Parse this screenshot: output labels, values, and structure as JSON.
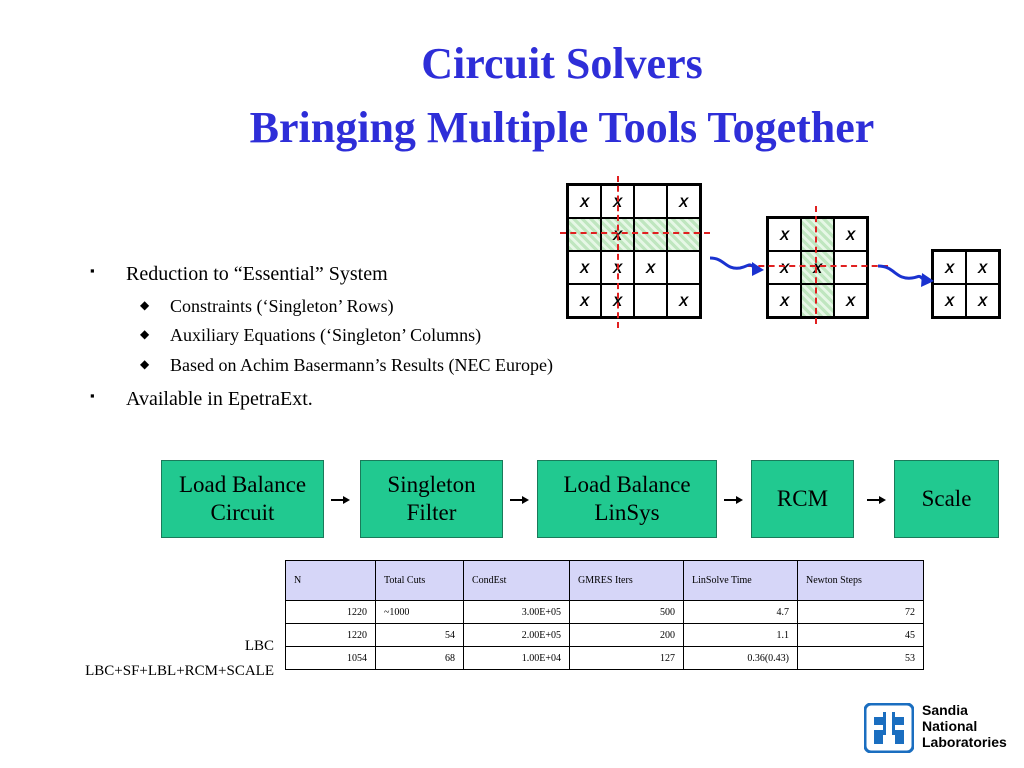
{
  "title": {
    "line1": "Circuit Solvers",
    "line2": "Bringing Multiple Tools Together"
  },
  "bullets": [
    {
      "label": "Reduction to “Essential” System",
      "level": 1
    },
    {
      "label": "Constraints (‘Singleton’ Rows)",
      "level": 2
    },
    {
      "label": "Auxiliary Equations (‘Singleton’ Columns)",
      "level": 2
    },
    {
      "label": "Based on Achim Basermann’s Results (NEC Europe)",
      "level": 2
    },
    {
      "label": "Available in EpetraExt.",
      "level": 1
    }
  ],
  "markers": {
    "level1": "▪",
    "level2": "◆"
  },
  "matrices": {
    "mark": "X",
    "m1": [
      [
        "X",
        "X",
        "",
        "X"
      ],
      [
        "",
        "X",
        "",
        ""
      ],
      [
        "X",
        "X",
        "X",
        ""
      ],
      [
        "X",
        "X",
        "",
        "X"
      ]
    ],
    "m2": [
      [
        "X",
        "",
        "X"
      ],
      [
        "X",
        "X",
        ""
      ],
      [
        "X",
        "",
        "X"
      ]
    ],
    "m3": [
      [
        "X",
        "X"
      ],
      [
        "X",
        "X"
      ]
    ]
  },
  "flow": {
    "box1": {
      "line1": "Load Balance",
      "line2": "Circuit"
    },
    "box2": {
      "line1": "Singleton",
      "line2": "Filter"
    },
    "box3": {
      "line1": "Load Balance",
      "line2": "LinSys"
    },
    "box4": {
      "line1": "RCM",
      "line2": ""
    },
    "box5": {
      "line1": "Scale",
      "line2": ""
    }
  },
  "table": {
    "headers": [
      "N",
      "Total Cuts",
      "CondEst",
      "GMRES Iters",
      "LinSolve Time",
      "Newton Steps"
    ],
    "rows": [
      [
        "1220",
        "~1000",
        "3.00E+05",
        "500",
        "4.7",
        "72"
      ],
      [
        "1220",
        "54",
        "2.00E+05",
        "200",
        "1.1",
        "45"
      ],
      [
        "1054",
        "68",
        "1.00E+04",
        "127",
        "0.36(0.43)",
        "53"
      ]
    ],
    "row_labels": [
      "",
      "LBC",
      "LBC+SF+LBL+RCM+SCALE"
    ]
  },
  "logo": {
    "line1": "Sandia",
    "line2": "National",
    "line3": "Laboratories"
  },
  "colors": {
    "title": "#2e2ed8",
    "flow_box": "#21c990",
    "table_header": "#d6d6f8",
    "dashed_line": "#e02020",
    "arrow": "#1a32d0",
    "logo": "#1a6ec0"
  }
}
